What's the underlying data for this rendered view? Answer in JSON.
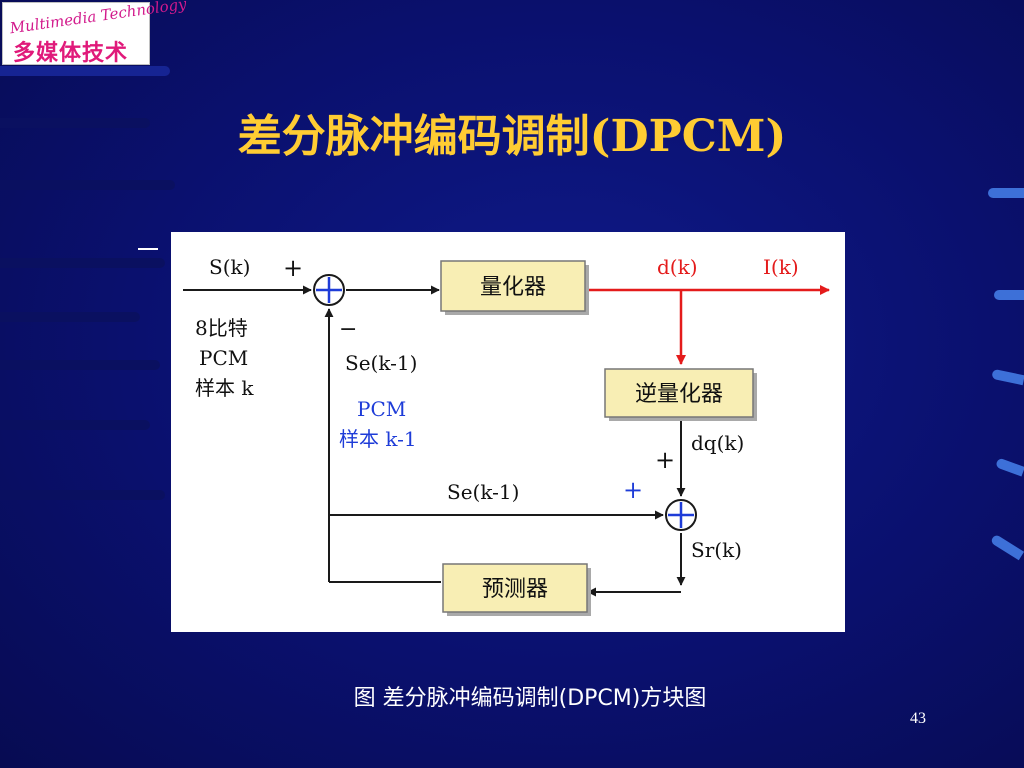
{
  "logo": {
    "en": "Multimedia Technology",
    "cn": "多媒体技术"
  },
  "title": "差分脉冲编码调制(DPCM)",
  "caption": "图  差分脉冲编码调制(DPCM)方块图",
  "page_number": "43",
  "diagram": {
    "blocks": {
      "quantizer": "量化器",
      "dequantizer": "逆量化器",
      "predictor": "预测器"
    },
    "labels": {
      "input": "S(k)",
      "plus_top": "+",
      "minus": "−",
      "pcm8_line1": "8比特",
      "pcm8_line2": "PCM",
      "pcm8_line3": "样本 k",
      "se_top": "Se(k-1)",
      "pcm_prev_line1": "PCM",
      "pcm_prev_line2": "样本 k-1",
      "dk": "d(k)",
      "ik": "I(k)",
      "dq": "dq(k)",
      "plus_right": "+",
      "plus_left": "+",
      "se_mid": "Se(k-1)",
      "sr": "Sr(k)"
    },
    "colors": {
      "signal_red": "#e41b1b",
      "label_blue": "#1e3cd8",
      "block_fill": "#f8eeb4",
      "line": "#1a1a1a"
    }
  }
}
